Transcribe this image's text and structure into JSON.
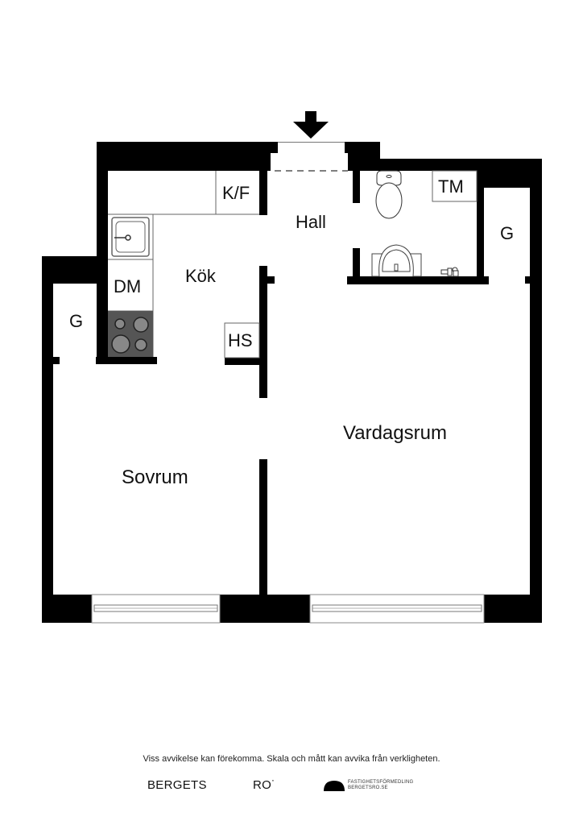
{
  "floorplan": {
    "rooms": {
      "kitchen": "Kök",
      "hall": "Hall",
      "living_room": "Vardagsrum",
      "bedroom": "Sovrum",
      "closet_left": "G",
      "closet_right": "G"
    },
    "fixtures": {
      "fridge_freezer": "K/F",
      "dishwasher": "DM",
      "washing_machine": "TM",
      "wardrobe_hs": "HS"
    },
    "entrance_marker": "entrance-arrow",
    "colors": {
      "wall": "#000000",
      "stove": "#555555",
      "fixture_line": "#666666",
      "background": "#ffffff"
    }
  },
  "footer": {
    "disclaimer": "Viss avvikelse kan förekomma. Skala och mått kan avvika från verkligheten.",
    "brand_left": "BERGETS",
    "brand_right": "RO˙",
    "logo_line1": "FASTIGHETSFÖRMEDLING",
    "logo_line2": "BERGETSRO.SE"
  }
}
